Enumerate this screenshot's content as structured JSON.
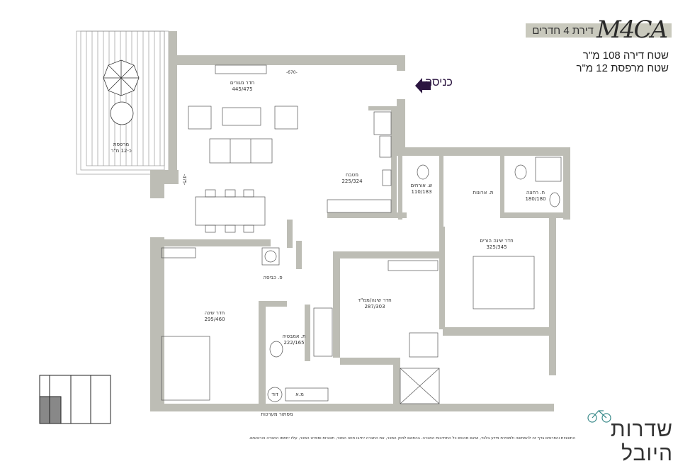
{
  "header": {
    "apartment_type": "דירת 4 חדרים",
    "model_code": "M4CA",
    "apartment_area": "שטח דירה 108 מ\"ר",
    "balcony_area": "שטח מרפסת 12 מ\"ר"
  },
  "entrance_label": "כניסה",
  "dimensions": {
    "width": "-670-",
    "height": "-475-"
  },
  "rooms": {
    "living": {
      "name": "חדר מגורים",
      "size": "445/475"
    },
    "balcony": {
      "name": "מרפסת",
      "size": "כ-12 מ\"ר"
    },
    "kitchen": {
      "name": "מטבח",
      "size": "225/324"
    },
    "guest_wc": {
      "name": "ש. אורחים",
      "size": "110/183"
    },
    "closets": {
      "name": "ת. ארונות"
    },
    "shower": {
      "name": "ח. רחצה",
      "size": "180/180"
    },
    "master_bedroom": {
      "name": "חדר שינה הורים",
      "size": "325/345"
    },
    "laundry": {
      "name": "פ. כביסה"
    },
    "bedroom": {
      "name": "חדר שינה",
      "size": "295/460"
    },
    "bathroom": {
      "name": "ת. אמבטיה",
      "size": "222/165"
    },
    "safe_room": {
      "name": "חדר שינה/ממ\"ד",
      "size": "287/303"
    },
    "boiler": "דוד",
    "ac": "מ.א",
    "services": "מסתור מערכות"
  },
  "logo": "שדרות היובל",
  "disclaimer": "התוכניות והפרטים בדף זה להמחשה ולמסירת מידע בלבד, ואינם מהווים כל התחייבות החברה. בהתאם לחוק המכר, את החברה יחייבו חוזה המכר, תוכניות ומפרט המכר, עליו יחתמו החברה והרוכשים.",
  "colors": {
    "wall": "#bdbdb5",
    "header_bar": "#c9c9bd",
    "entrance_arrow": "#2b1540"
  }
}
